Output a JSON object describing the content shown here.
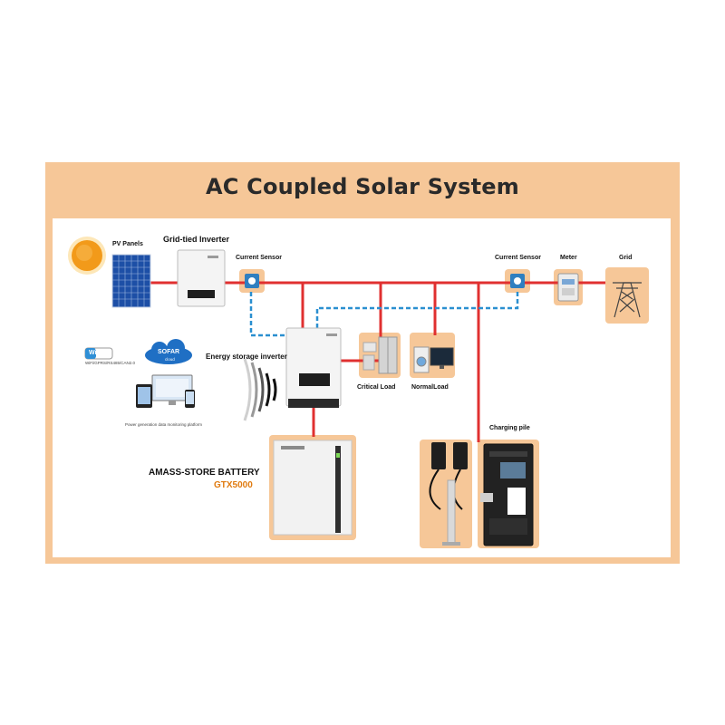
{
  "title": "AC Coupled Solar System",
  "labels": {
    "pv_panels": "PV Panels",
    "grid_tied_inverter": "Grid-tied Inverter",
    "current_sensor_left": "Current Sensor",
    "current_sensor_right": "Current Sensor",
    "meter": "Meter",
    "grid": "Grid",
    "energy_storage_inverter": "Energy storage inverter",
    "critical_load": "Critical Load",
    "normal_load": "NormalLoad",
    "charging_pile": "Charging pile",
    "monitoring_platform": "Power generation data monitoring platform",
    "wifi_brand": "Wi Fi",
    "wifi_caption": "WiFi/GPRS/RS485/CAN2.0",
    "sofar_logo": "SOFAR",
    "sofar_cloud": "cloud"
  },
  "battery": {
    "name": "AMASS-STORE BATTERY",
    "model": "GTX5000"
  },
  "colors": {
    "frame": "#f6c798",
    "ac_line": "#e03030",
    "sensor_line": "#2a8fd0",
    "battery_model": "#e07b10"
  }
}
